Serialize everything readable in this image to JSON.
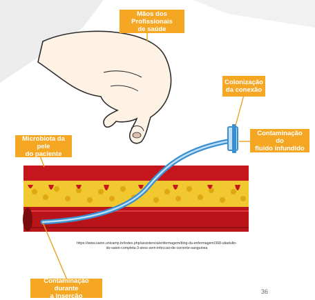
{
  "labels": {
    "hands": [
      "Mãos dos Profissionais",
      "de saúde"
    ],
    "connection": [
      "Colonização",
      "da conexão"
    ],
    "fluid": [
      "Contaminação do",
      "fluido infundido"
    ],
    "skin": [
      "Microbiota da pele",
      "do paciente"
    ],
    "insertion": [
      "Contaminação durante",
      "a inserção"
    ]
  },
  "source_url": "https://www.saion.unicamp.br/index.php/assistencia/enfermagem/blog-da-enfermagem/368-utiadulto-do-saion-completa-3-anos-sem-infeccao-de-corrente-sanguinea",
  "page_number": "36",
  "colors": {
    "label_bg": "#f5a623",
    "leader_line": "#e8a020",
    "vessel": "#c4161c",
    "fat": "#f2c830",
    "catheter": "#3a8fd0"
  },
  "icons": [
    "hand-icon",
    "catheter-icon",
    "blood-vessel-icon"
  ]
}
